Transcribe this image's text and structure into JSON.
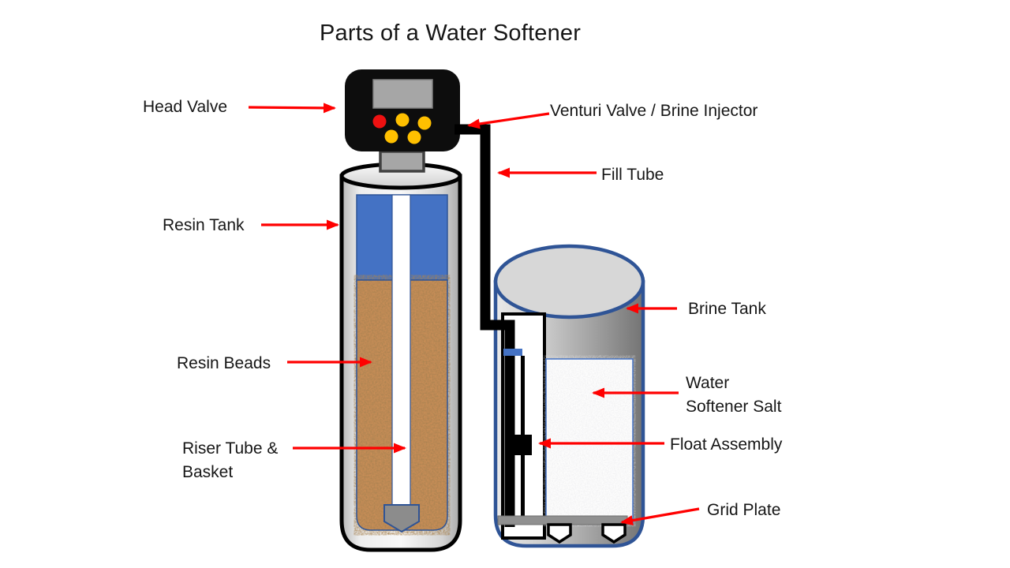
{
  "title": "Parts of a Water Softener",
  "labels": {
    "head_valve": "Head Valve",
    "venturi": "Venturi Valve / Brine Injector",
    "fill_tube": "Fill Tube",
    "resin_tank": "Resin Tank",
    "resin_beads": "Resin Beads",
    "riser_tube": "Riser Tube &\nBasket",
    "brine_tank": "Brine Tank",
    "salt": "Water\nSoftener Salt",
    "float_assembly": "Float Assembly",
    "grid_plate": "Grid Plate"
  },
  "colors": {
    "arrow_red": "#ff0000",
    "water_blue": "#4472c4",
    "tank_border_blue": "#2f5496",
    "resin_brown": "#c98e57",
    "valve_black": "#0d0d0d",
    "button_red": "#ee1111",
    "button_yellow": "#ffc000",
    "metal_gray": "#a6a6a6",
    "grid_plate_gray": "#909090"
  }
}
